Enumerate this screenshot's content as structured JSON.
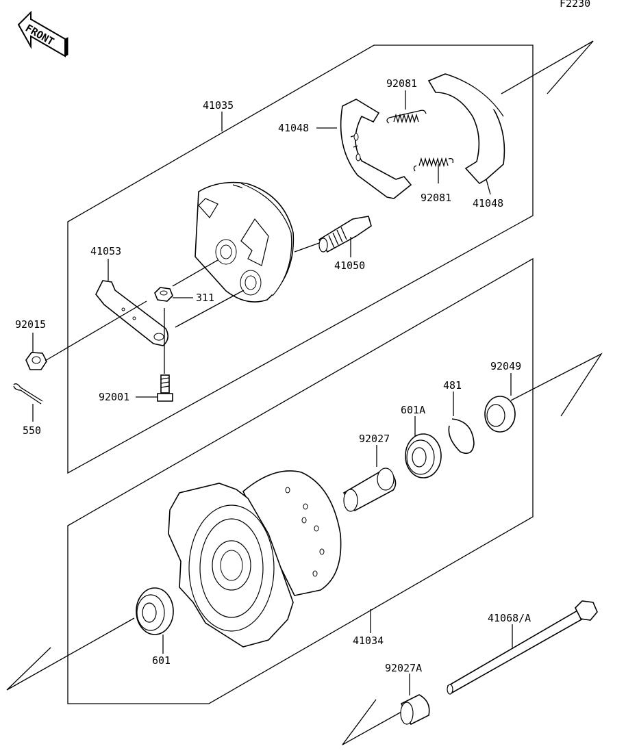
{
  "diagram_code": "F2230",
  "front_badge": "FRONT",
  "parts": {
    "p41035": "41035",
    "p41048_left": "41048",
    "p92081_top": "92081",
    "p92081_bottom": "92081",
    "p41048_right": "41048",
    "p41053": "41053",
    "p311": "311",
    "p41050": "41050",
    "p92015": "92015",
    "p550": "550",
    "p92001": "92001",
    "p92049": "92049",
    "p481": "481",
    "p601A": "601A",
    "p92027": "92027",
    "p601": "601",
    "p41034": "41034",
    "p41068A": "41068/A",
    "p92027A": "92027A"
  }
}
